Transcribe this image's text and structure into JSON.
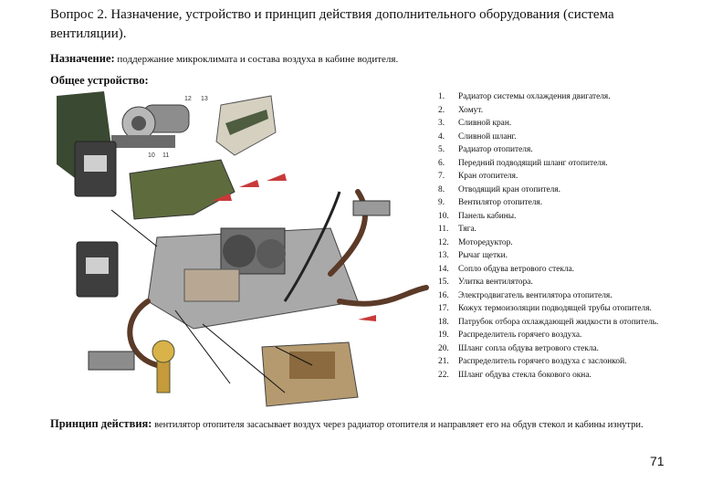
{
  "title": "Вопрос 2. Назначение, устройство и принцип действия дополнительного оборудования (система вентиляции).",
  "purpose": {
    "label": "Назначение:",
    "text": " поддержание микроклимата и состава воздуха в кабине водителя."
  },
  "general_structure_label": "Общее устройство:",
  "parts": [
    {
      "num": "1.",
      "text": "Радиатор системы охлаждения двигателя."
    },
    {
      "num": "2.",
      "text": "Хомут."
    },
    {
      "num": "3.",
      "text": "Сливной кран."
    },
    {
      "num": "4.",
      "text": "Сливной шланг."
    },
    {
      "num": "5.",
      "text": "Радиатор отопителя."
    },
    {
      "num": "6.",
      "text": "Передний подводящий шланг отопителя."
    },
    {
      "num": "7.",
      "text": "Кран отопителя."
    },
    {
      "num": "8.",
      "text": "Отводящий кран отопителя."
    },
    {
      "num": "9.",
      "text": "Вентилятор отопителя."
    },
    {
      "num": "10.",
      "text": "Панель кабины."
    },
    {
      "num": "11.",
      "text": "Тяга."
    },
    {
      "num": "12.",
      "text": "Моторедуктор."
    },
    {
      "num": "13.",
      "text": "Рычаг щетки."
    },
    {
      "num": "14.",
      "text": "Сопло обдува ветрового стекла."
    },
    {
      "num": "15.",
      "text": "Улитка вентилятора."
    },
    {
      "num": "16.",
      "text": "Электродвигатель вентилятора отопителя."
    },
    {
      "num": "17.",
      "text": "Кожух термоизоляции подводящей трубы отопителя."
    },
    {
      "num": "18.",
      "text": "Патрубок отбора охлаждающей жидкости в отопитель."
    },
    {
      "num": "19.",
      "text": "Распределитель горячего воздуха."
    },
    {
      "num": "20.",
      "text": "Шланг сопла обдува ветрового стекла."
    },
    {
      "num": "21.",
      "text": "Распределитель горячего воздуха с заслонкой."
    },
    {
      "num": "22.",
      "text": "Шланг обдува стекла бокового окна."
    }
  ],
  "illustration_labels": [
    "12",
    "13",
    "10",
    "11"
  ],
  "principle": {
    "label": "Принцип действия:",
    "text": " вентилятор отопителя засасывает воздух через радиатор отопителя и направляет его на обдув стекол и кабины изнутри."
  },
  "page_number": "71"
}
